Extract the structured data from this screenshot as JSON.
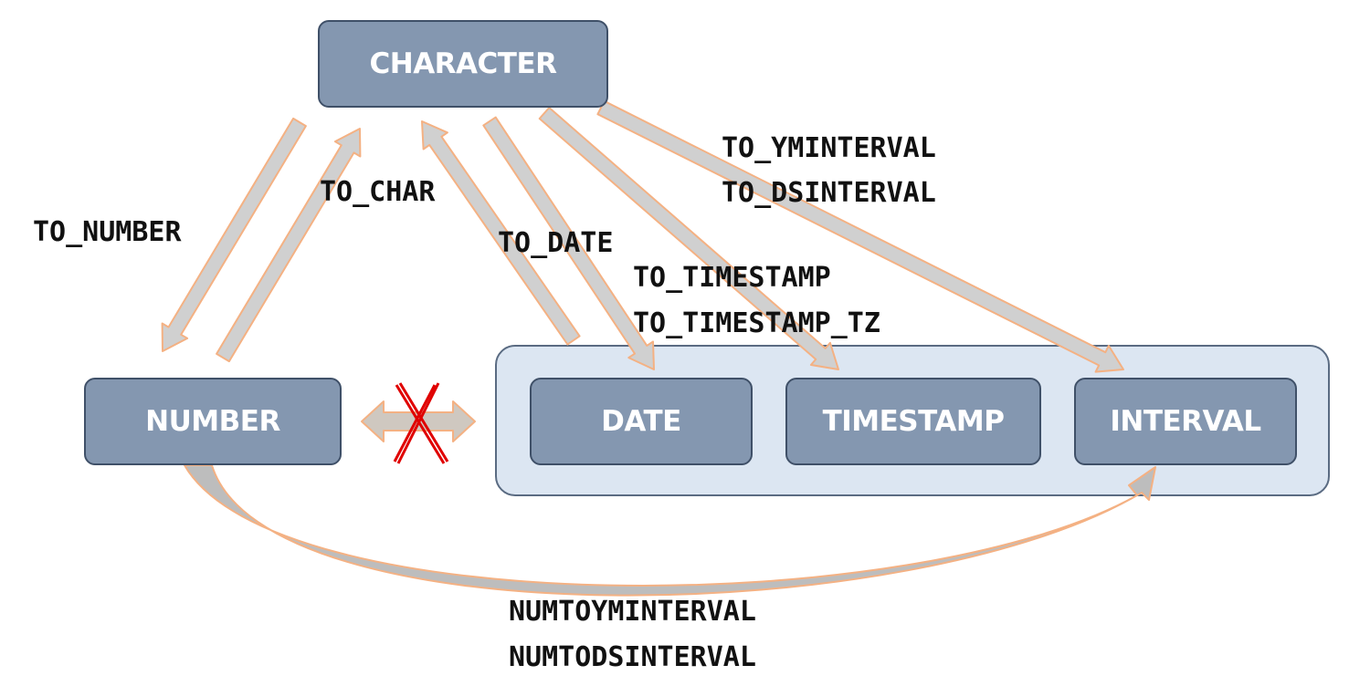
{
  "nodes": {
    "character": "CHARACTER",
    "number": "NUMBER",
    "date": "DATE",
    "timestamp": "TIMESTAMP",
    "interval": "INTERVAL"
  },
  "functions": {
    "to_number": "TO_NUMBER",
    "to_char": "TO_CHAR",
    "to_date": "TO_DATE",
    "to_timestamp": "TO_TIMESTAMP",
    "to_timestamp_tz": "TO_TIMESTAMP_TZ",
    "to_yminterval": "TO_YMINTERVAL",
    "to_dsinterval": "TO_DSINTERVAL",
    "numtoyminterval": "NUMTOYMINTERVAL",
    "numtodsinterval": "NUMTODSINTERVAL"
  },
  "colors": {
    "node_fill": "#8497b0",
    "node_border": "#3f5068",
    "group_fill": "#dce6f2",
    "arrow_fill": "#d0d0d0",
    "arrow_outline": "#f4b183",
    "cross": "#e00000"
  }
}
